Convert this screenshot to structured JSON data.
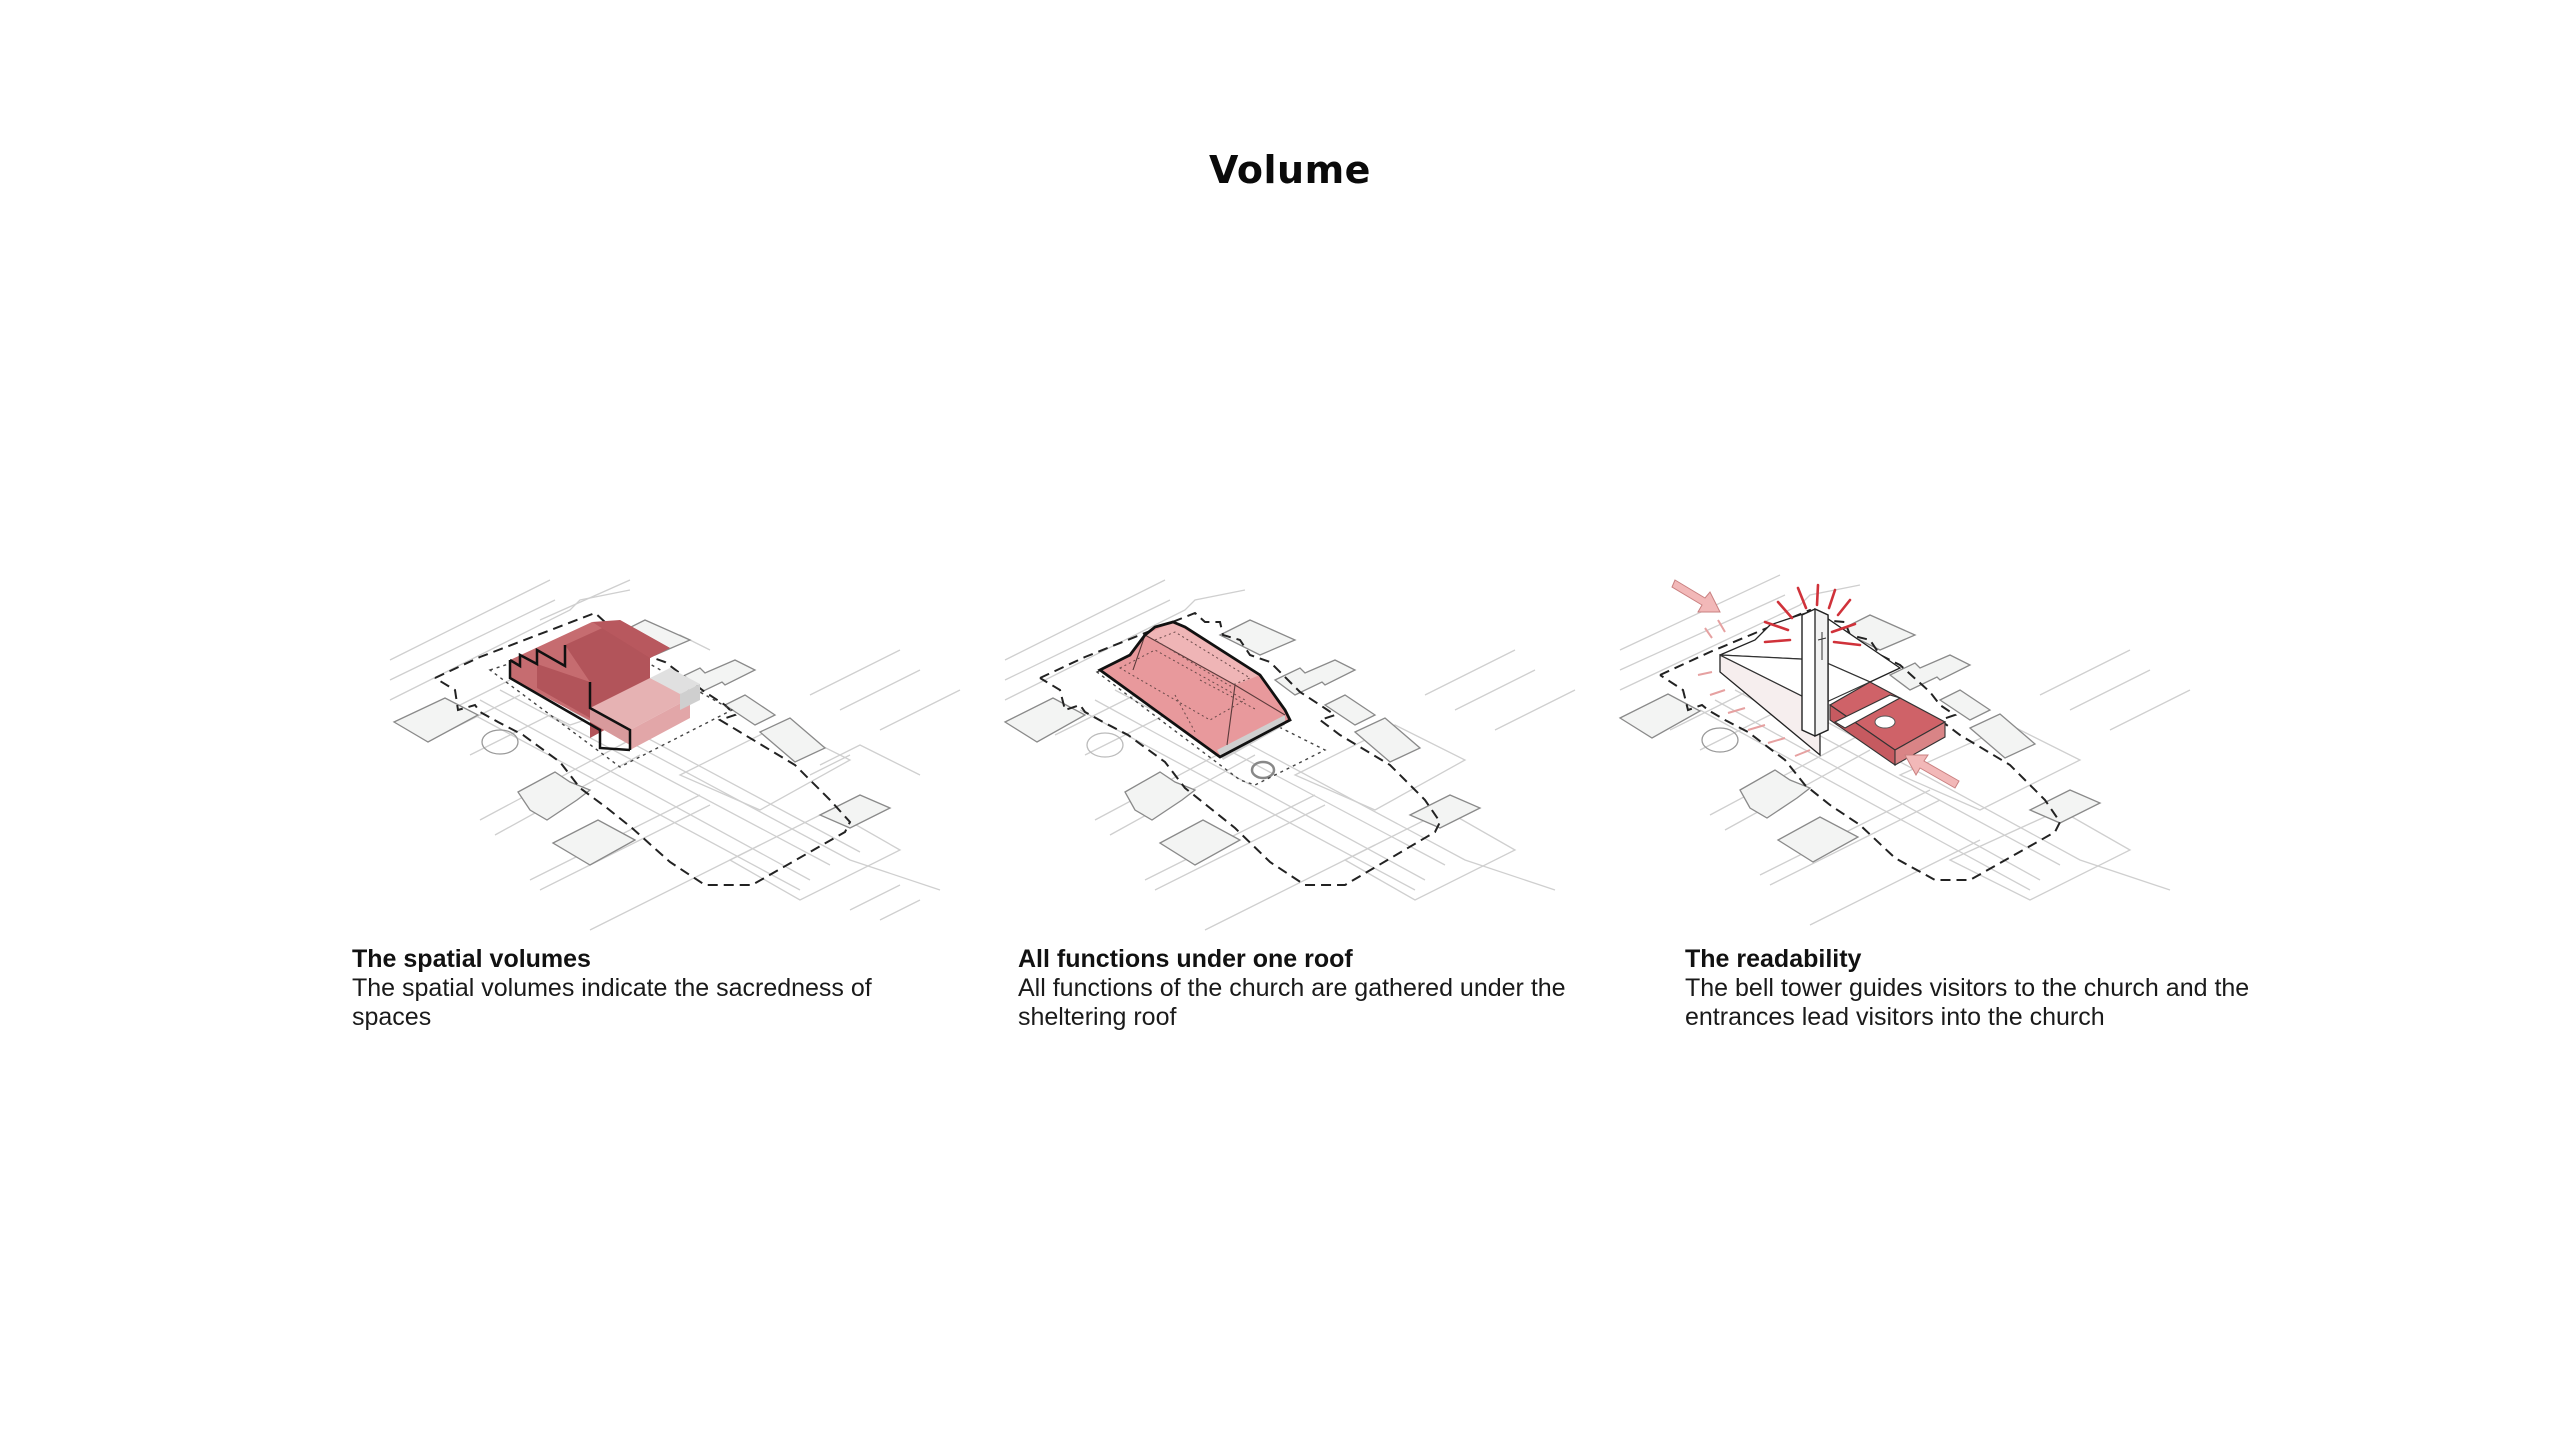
{
  "page": {
    "title": "Volume"
  },
  "colors": {
    "volume_dark": "#b2545a",
    "volume_mid": "#c66c70",
    "volume_light": "#e2a6a8",
    "roof_fill": "#e8999c",
    "roof_light": "#efb5b6",
    "accent_red": "#d0323a",
    "arrow_pink": "#f2b8b8",
    "neighbor_fill": "#f3f4f3",
    "site_line": "#cfcfcf",
    "outline": "#111111",
    "annex_gray": "#d9d9d9"
  },
  "panels": [
    {
      "id": "spatial-volumes",
      "heading": "The spatial volumes",
      "body": "The spatial volumes indicate the sacredness of spaces",
      "diagram": "isometric site plan with stepped red massing volumes (dark, medium, light) and a gray annex inside dotted plot boundary"
    },
    {
      "id": "one-roof",
      "heading": "All functions under one roof",
      "body": "All functions of the church are gathered under the sheltering roof",
      "diagram": "isometric site plan with single pink hipped roof covering all functions, dotted internal outlines"
    },
    {
      "id": "readability",
      "heading": "The readability",
      "body": "The bell tower guides visitors to the church and the entrances lead visitors into the church",
      "diagram": "isometric cutaway with bell tower and cross, red radiating lines, pink entrance arrows and red courtyard interior"
    }
  ]
}
